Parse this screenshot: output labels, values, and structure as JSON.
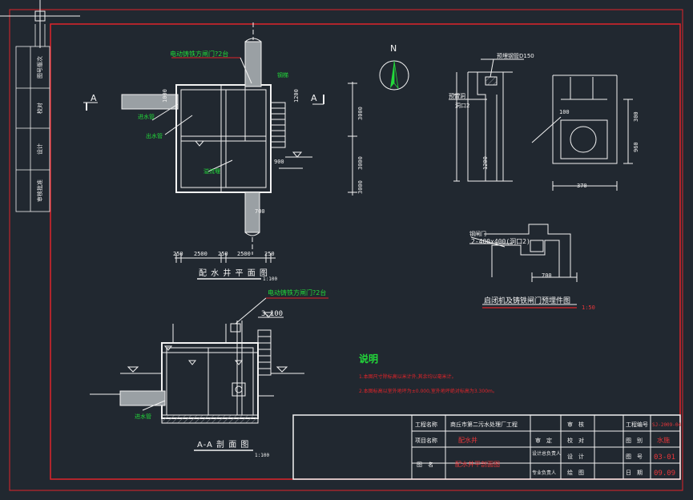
{
  "colors": {
    "background": "#212830",
    "frame": "#e0242a",
    "line": "#f2f2f2",
    "dim": "#f2f2f2",
    "label_green": "#22d93a",
    "pipe_fill": "#9aa0a4",
    "hatch": "#8b8f94",
    "title_red": "#e8363a",
    "leader": "#e0242a"
  },
  "binding_margin": {
    "cells": [
      "图号版次",
      "校对",
      "设计",
      "审核批准"
    ]
  },
  "north_arrow": {
    "letter": "N"
  },
  "plan": {
    "section_mark_left": "A",
    "section_mark_right": "A",
    "caption": "配 水 井 平 面 图",
    "scale": "1:100",
    "callout_top": "电动铸铁方闸门?2台",
    "label_inlet": "进水管",
    "label_outlet1": "出水管",
    "label_stair": "钢梯",
    "label_weir": "溢流堰",
    "dims_bottom": [
      "250",
      "2500",
      "250",
      "2500",
      "250"
    ],
    "dim_inlet": "1000",
    "dim_right": "1200",
    "dim_900": "900",
    "dim_700": "700",
    "dims_side": [
      "3000",
      "3000",
      "3000"
    ]
  },
  "section": {
    "caption": "A-A 剖 面 图",
    "scale": "1:100",
    "callout": "电动铸铁方闸门?2台",
    "elevation": "3.100",
    "label_pipe": "进水管"
  },
  "detail": {
    "label_top": "预埋钢管D150",
    "label_left1": "预留洞",
    "label_left2": "洞口2",
    "dims_v": [
      "1200",
      "300",
      "960"
    ],
    "dim_100": "100",
    "dim_370": "370",
    "label_gate": "钢闸门",
    "label_embed": "2-400x400(洞口2)",
    "dim_700": "700",
    "caption": "启闭机及铸铁闸门预埋件图",
    "scale": "1:50"
  },
  "notes": {
    "heading": "说明",
    "lines": [
      "1.本图尺寸除标高以米计外,其余均以毫米计。",
      "2.本图标高以室外地坪为±0.000,室外地坪绝对标高为3.300m。"
    ]
  },
  "title_block": {
    "project_label": "工程名称",
    "project_value": "商丘市第二污水处理厂工程",
    "item_label": "项目名称",
    "item_value": "配水井",
    "drawing_label": "图　名",
    "drawing_value": "配水井平剖面图",
    "r1": "审　核",
    "r2": "审　定",
    "r3": "校　对",
    "r4": "设　计",
    "r5": "设计总负责人",
    "r6": "绘　图",
    "r7": "专业负责人",
    "code_label": "工程编号",
    "code_value": "SJ-2009-04",
    "cat_label": "图　别",
    "cat_value": "水施",
    "no_label": "图　号",
    "no_value": "03-01",
    "date_label": "日　期",
    "date_value": "09.09"
  }
}
